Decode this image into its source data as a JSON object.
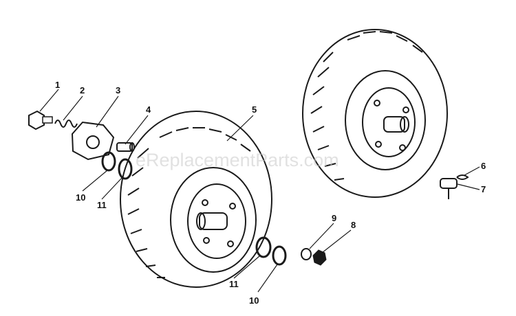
{
  "diagram": {
    "watermark": "eReplacementParts.com",
    "callouts": [
      "1",
      "2",
      "3",
      "4",
      "5",
      "6",
      "7",
      "8",
      "9",
      "10",
      "11",
      "11",
      "10"
    ]
  }
}
